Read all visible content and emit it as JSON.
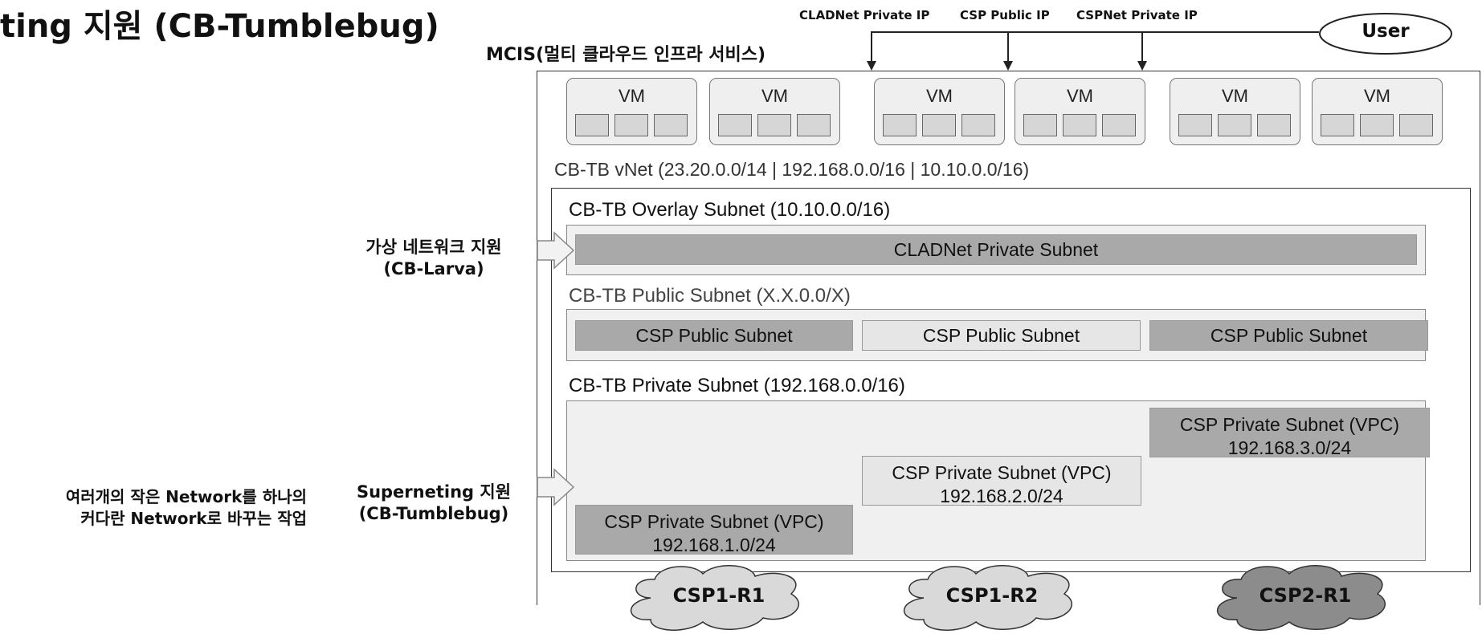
{
  "title": "ting 지원 (CB-Tumblebug)",
  "ip_labels": {
    "cladnet": "CLADNet Private IP",
    "csp_public": "CSP Public IP",
    "cspnet": "CSPNet Private IP"
  },
  "user": "User",
  "mcis_label": "MCIS(멀티 클라우드 인프라 서비스)",
  "vms": [
    {
      "label": "VM"
    },
    {
      "label": "VM"
    },
    {
      "label": "VM"
    },
    {
      "label": "VM"
    },
    {
      "label": "VM"
    },
    {
      "label": "VM"
    }
  ],
  "vnet_label": "CB-TB vNet (23.20.0.0/14 | 192.168.0.0/16 | 10.10.0.0/16)",
  "overlay": {
    "label": "CB-TB Overlay Subnet (10.10.0.0/16)",
    "bar": "CLADNet Private Subnet"
  },
  "public": {
    "label": "CB-TB Public Subnet (X.X.0.0/X)",
    "bars": [
      "CSP Public Subnet",
      "CSP Public Subnet",
      "CSP Public Subnet"
    ]
  },
  "private": {
    "label": "CB-TB Private Subnet (192.168.0.0/16)",
    "subnets": [
      {
        "line1": "CSP Private Subnet (VPC)",
        "line2": "192.168.1.0/24"
      },
      {
        "line1": "CSP Private Subnet (VPC)",
        "line2": "192.168.2.0/24"
      },
      {
        "line1": "CSP Private Subnet (VPC)",
        "line2": "192.168.3.0/24"
      }
    ]
  },
  "side_labels": {
    "larva_line1": "가상 네트워크 지원",
    "larva_line2": "(CB-Larva)",
    "tumble_line1": "Superneting 지원",
    "tumble_line2": "(CB-Tumblebug)"
  },
  "note": {
    "line1": "여러개의 작은 Network를 하나의",
    "line2": "커다란 Network로 바꾸는 작업"
  },
  "clouds": [
    "CSP1-R1",
    "CSP1-R2",
    "CSP2-R1"
  ],
  "colors": {
    "bar_dark": "#a9a9a9",
    "bar_light": "#e6e6e6",
    "cloud_light": "#d9d9d9",
    "cloud_dark": "#8c8c8c"
  }
}
